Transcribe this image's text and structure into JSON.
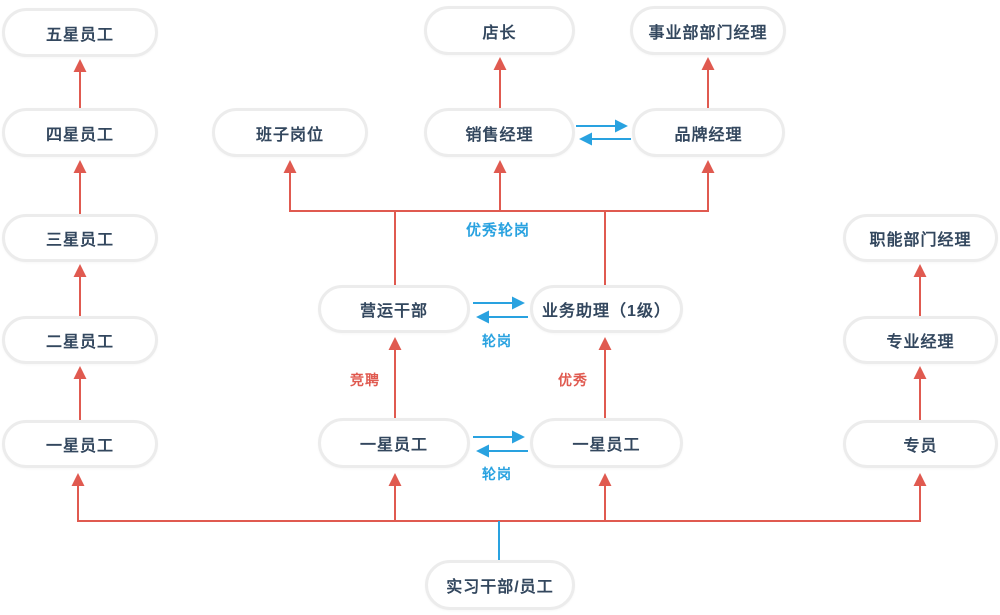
{
  "colors": {
    "promotion_arrow_red": "#e05a50",
    "rotation_arrow_blue": "#29a2e0",
    "node_text": "#33475e",
    "node_border": "#ececec",
    "node_background": "#ffffff"
  },
  "nodes": {
    "five_star": "五星员工",
    "four_star": "四星员工",
    "three_star": "三星员工",
    "two_star": "二星员工",
    "one_star_left": "一星员工",
    "banzi_gangwei": "班子岗位",
    "dianzhang": "店长",
    "shiyebu_manager": "事业部部门经理",
    "xiaoshou_manager": "销售经理",
    "pinpai_manager": "品牌经理",
    "yingyun_ganbu": "营运干部",
    "yewu_zhuli": "业务助理（1级）",
    "one_star_mid_left": "一星员工",
    "one_star_mid_right": "一星员工",
    "zhineng_manager": "职能部门经理",
    "zhuanye_manager": "专业经理",
    "zhuanyuan": "专员",
    "shixi_ganbu": "实习干部/员工"
  },
  "edge_labels": {
    "youxiu_lungang": "优秀轮岗",
    "lungang_mid": "轮岗",
    "lungang_bottom": "轮岗",
    "jingpin": "竞聘",
    "youxiu": "优秀"
  }
}
